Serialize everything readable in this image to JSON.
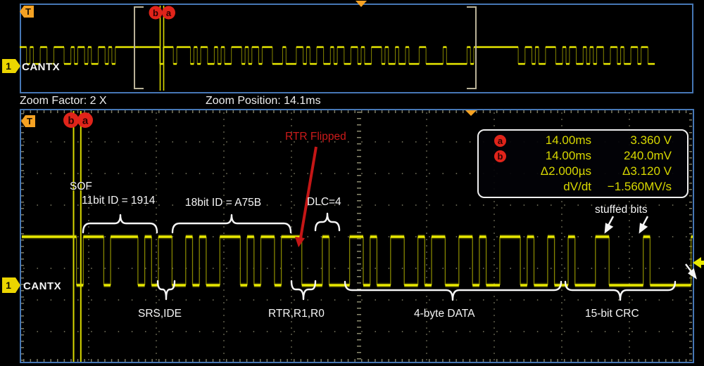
{
  "colors": {
    "trace_yellow": "#e9e900",
    "trace_dim": "#858500",
    "cursor_yellow": "#d9d900",
    "badge_red": "#e0241a",
    "trigger_orange": "#f5a223",
    "channel_yellow": "#ecd500",
    "panel_border_blue": "#4677b5",
    "annotation_white": "#f5f5f5",
    "annotation_red": "#cc1a1a",
    "readout_yellow": "#d8d800",
    "graticule_tan": "#7c7a62"
  },
  "top_panel": {
    "trigger_letter": "T",
    "channel_badge": "1",
    "channel_label": "CANTX",
    "cursor_b": "b",
    "cursor_a": "a",
    "waveform": {
      "pre_bits": "1101001100111001011010011010",
      "idle_before_frame": "1111111111111",
      "idle_after_frame": "111111111111",
      "post_bits": "10011010011100101100101011001101001101100"
    }
  },
  "zoom_bar": {
    "factor_label": "Zoom Factor: 2 X",
    "position_label": "Zoom Position: 14.1ms"
  },
  "bottom_panel": {
    "trigger_letter": "T",
    "channel_badge": "1",
    "channel_label": "CANTX",
    "cursor_b": "b",
    "cursor_a": "a",
    "waveform": {
      "idle_before_frame": "11111111"
    },
    "annotations": {
      "sof": "SOF",
      "id11": "11bit ID = 1914",
      "id18": "18bit ID = A75B",
      "dlc": "DLC=4",
      "rtr_flipped": "RTR Flipped",
      "stuffed_bits": "stuffed bits",
      "srs_ide": "SRS,IDE",
      "rtr_r1_r0": "RTR,R1,R0",
      "data": "4-byte DATA",
      "crc": "15-bit CRC"
    }
  },
  "can_frame_bits": {
    "sof": "0",
    "id_11bit": "11101111010",
    "srs_ide": "11",
    "id_18bit": "001010011101011011",
    "rtr": "1",
    "r1_r0": "00",
    "dlc": "0100",
    "data_4byte": "0110100110010110011010011101001001",
    "crc_15bit": "00011000001000000",
    "crc_delim_ack": "10"
  },
  "readout": {
    "rows": [
      {
        "badge": "a",
        "col1": "14.00ms",
        "col2": "3.360 V"
      },
      {
        "badge": "b",
        "col1": "14.00ms",
        "col2": "240.0mV"
      },
      {
        "badge": "",
        "col1": "Δ2.000µs",
        "col2": "Δ3.120 V"
      },
      {
        "badge": "",
        "col1": "dV/dt",
        "col2": "−1.560MV/s"
      }
    ]
  }
}
